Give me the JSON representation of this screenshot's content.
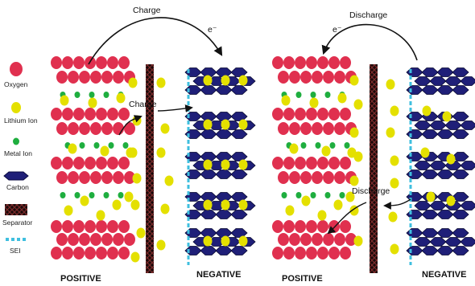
{
  "legend": {
    "oxygen": "Oxygen",
    "lithium_ion": "Lithium Ion",
    "metal_ion": "Metal Ion",
    "carbon": "Carbon",
    "separator": "Separator",
    "sei": "SEI"
  },
  "left_panel": {
    "top_label": "Charge",
    "electron_label": "e⁻",
    "middle_label": "Charge",
    "positive_label": "POSITIVE",
    "negative_label": "NEGATIVE"
  },
  "right_panel": {
    "top_label": "Discharge",
    "electron_label": "e⁻",
    "middle_label": "Discharge",
    "positive_label": "POSITIVE",
    "negative_label": "NEGATIVE"
  },
  "colors": {
    "oxygen": "#e0304f",
    "lithium": "#e4e000",
    "metal": "#1fae3f",
    "carbon": "#1f1f78",
    "separator": "#5a1a1a",
    "sei": "#3fbfdf"
  }
}
